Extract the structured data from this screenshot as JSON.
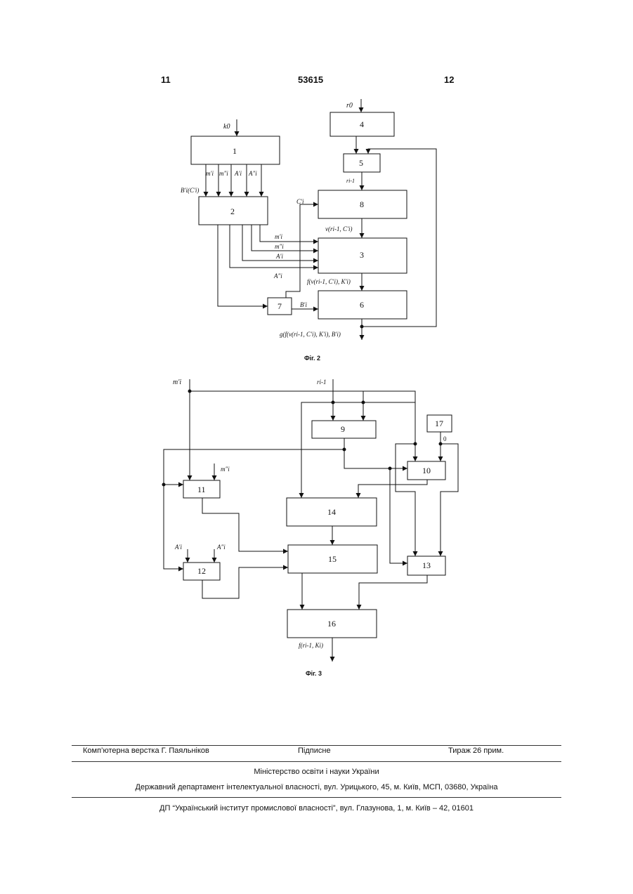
{
  "header": {
    "left": "11",
    "center": "53615",
    "right": "12"
  },
  "fig2": {
    "caption": "Фіг. 2",
    "blocks": {
      "b1": "1",
      "b2": "2",
      "b3": "3",
      "b4": "4",
      "b5": "5",
      "b6": "6",
      "b7": "7",
      "b8": "8"
    },
    "labels": {
      "k0": "k0",
      "r0": "r0",
      "ri1": "ri-1",
      "m1": "m′i",
      "m2": "m″i",
      "a1": "A′i",
      "a2": "A″i",
      "bc": "B′i(C′i)",
      "c": "C′i",
      "v": "v(ri-1, C′i)",
      "m1b": "m′i",
      "m2b": "m″i",
      "a1b": "A′i",
      "a2b": "A″i",
      "f": "f(v(ri-1, C′i), K′i)",
      "b": "B′i",
      "g": "g(f(v(ri-1, C′i), K′i), B′i)"
    }
  },
  "fig3": {
    "caption": "Фіг. 3",
    "blocks": {
      "b9": "9",
      "b10": "10",
      "b11": "11",
      "b12": "12",
      "b13": "13",
      "b14": "14",
      "b15": "15",
      "b16": "16",
      "b17": "17"
    },
    "labels": {
      "m1": "m′i",
      "ri1": "ri-1",
      "m2": "m″i",
      "a1": "A′i",
      "a2": "A″i",
      "zero": "0",
      "f": "f(ri-1, Ki)"
    }
  },
  "footer": {
    "left": "Комп’ютерна верстка Г. Паяльніков",
    "center": "Підписне",
    "right": "Тираж 26 прим.",
    "ministry": "Міністерство освіти і науки України",
    "department": "Державний департамент інтелектуальної власності, вул. Урицького, 45, м. Київ, МСП, 03680, Україна",
    "institute": "ДП “Український інститут промислової власності”, вул. Глазунова, 1, м. Київ – 42, 01601"
  }
}
